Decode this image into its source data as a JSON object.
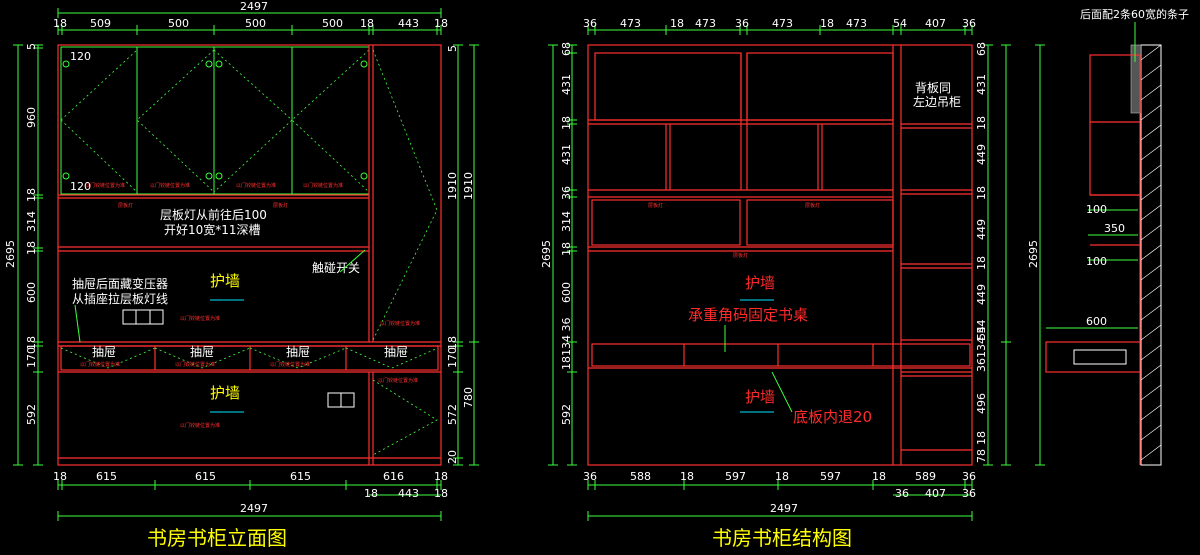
{
  "elevation": {
    "title": "书房书柜立面图",
    "top_overall": "2497",
    "top_segments": [
      "18",
      "509",
      "500",
      "500",
      "500",
      "18",
      "443",
      "18"
    ],
    "left_overall": "2695",
    "left_segments": [
      "5",
      "960",
      "18",
      "314",
      "18",
      "600",
      "18",
      "170",
      "592"
    ],
    "right_segments": [
      "1910",
      "18",
      "170",
      "572",
      "20",
      "780",
      "1910",
      "5"
    ],
    "bottom_segments": [
      "18",
      "615",
      "615",
      "615",
      "616",
      "18",
      "18",
      "443",
      "18"
    ],
    "bottom_overall": "2497",
    "door_small_dims": [
      "120",
      "120"
    ],
    "tiny_note": "以门铰链位置为准",
    "shelf_light": "层板灯",
    "note_shelf_1": "层板灯从前往后100",
    "note_shelf_2": "开好10宽*11深槽",
    "touch_switch": "触碰开关",
    "protect_wall": "护墙",
    "note_drawer_1": "抽屉后面藏变压器",
    "note_drawer_2": "从插座拉层板灯线",
    "drawer_label": "抽屉"
  },
  "structure": {
    "title": "书房书柜结构图",
    "top_segments": [
      "36",
      "473",
      "18",
      "473",
      "36",
      "473",
      "18",
      "473",
      "54",
      "407",
      "36"
    ],
    "left_overall": "2695",
    "left_segments": [
      "68",
      "431",
      "18",
      "431",
      "36",
      "314",
      "18",
      "600",
      "18134 36",
      "592"
    ],
    "right_segments": [
      "68",
      "431",
      "18",
      "449",
      "18",
      "449",
      "18",
      "449",
      "54",
      "36134 54",
      "496",
      "18",
      "78"
    ],
    "right_segments_extra": [],
    "bottom_segments": [
      "36",
      "588",
      "18",
      "597",
      "18",
      "597",
      "18",
      "589",
      "36",
      "36",
      "407",
      "36"
    ],
    "bottom_overall": "2497",
    "shelf_light": "层板灯",
    "note_back_1": "背板同",
    "note_back_2": "左边吊柜",
    "protect_wall": "护墙",
    "note_desk": "承重角码固定书桌",
    "note_base": "底板内退20"
  },
  "section": {
    "height": "2695",
    "dims": [
      "100",
      "350",
      "100",
      "600"
    ],
    "note_back": "后面配2条60宽的条子"
  },
  "colors": {
    "background": "#000000",
    "dimension_lines": "#3cff3c",
    "cabinet_lines": "#ff3030",
    "annotation_yellow": "#ffff00",
    "annotation_red": "#ff2a2a",
    "arrows": "#00e5ff"
  }
}
